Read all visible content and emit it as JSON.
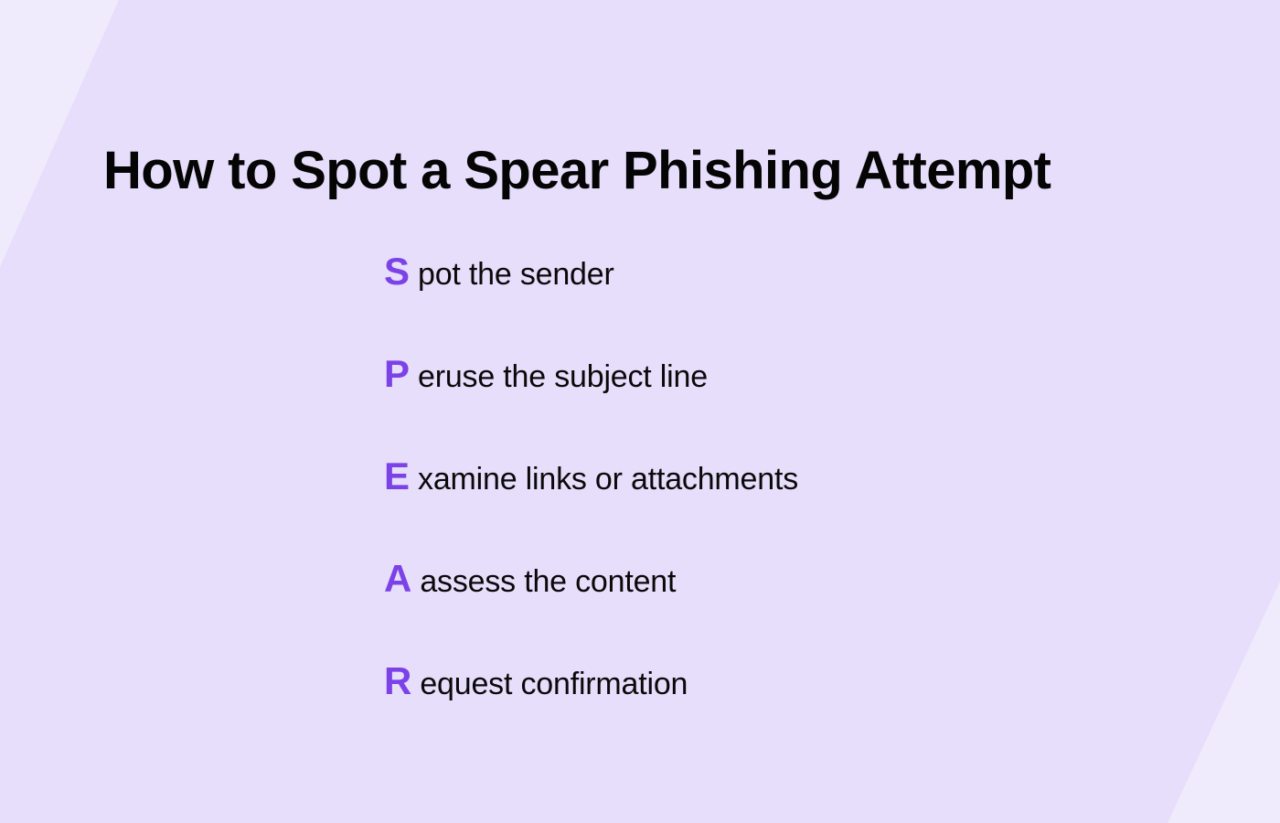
{
  "slide": {
    "title": "How to Spot a Spear Phishing Attempt",
    "background_color": "#E7DEFB",
    "accent_color": "#7B42E8",
    "band_color": "#EFEBFC",
    "text_color": "#050505"
  },
  "acronym": {
    "word": "SPEAR",
    "items": [
      {
        "initial": "S",
        "rest": "pot the sender"
      },
      {
        "initial": "P",
        "rest": "eruse the subject line"
      },
      {
        "initial": "E",
        "rest": "xamine links or attachments"
      },
      {
        "initial": "A",
        "rest": "assess the content"
      },
      {
        "initial": "R",
        "rest": "equest confirmation"
      }
    ]
  }
}
